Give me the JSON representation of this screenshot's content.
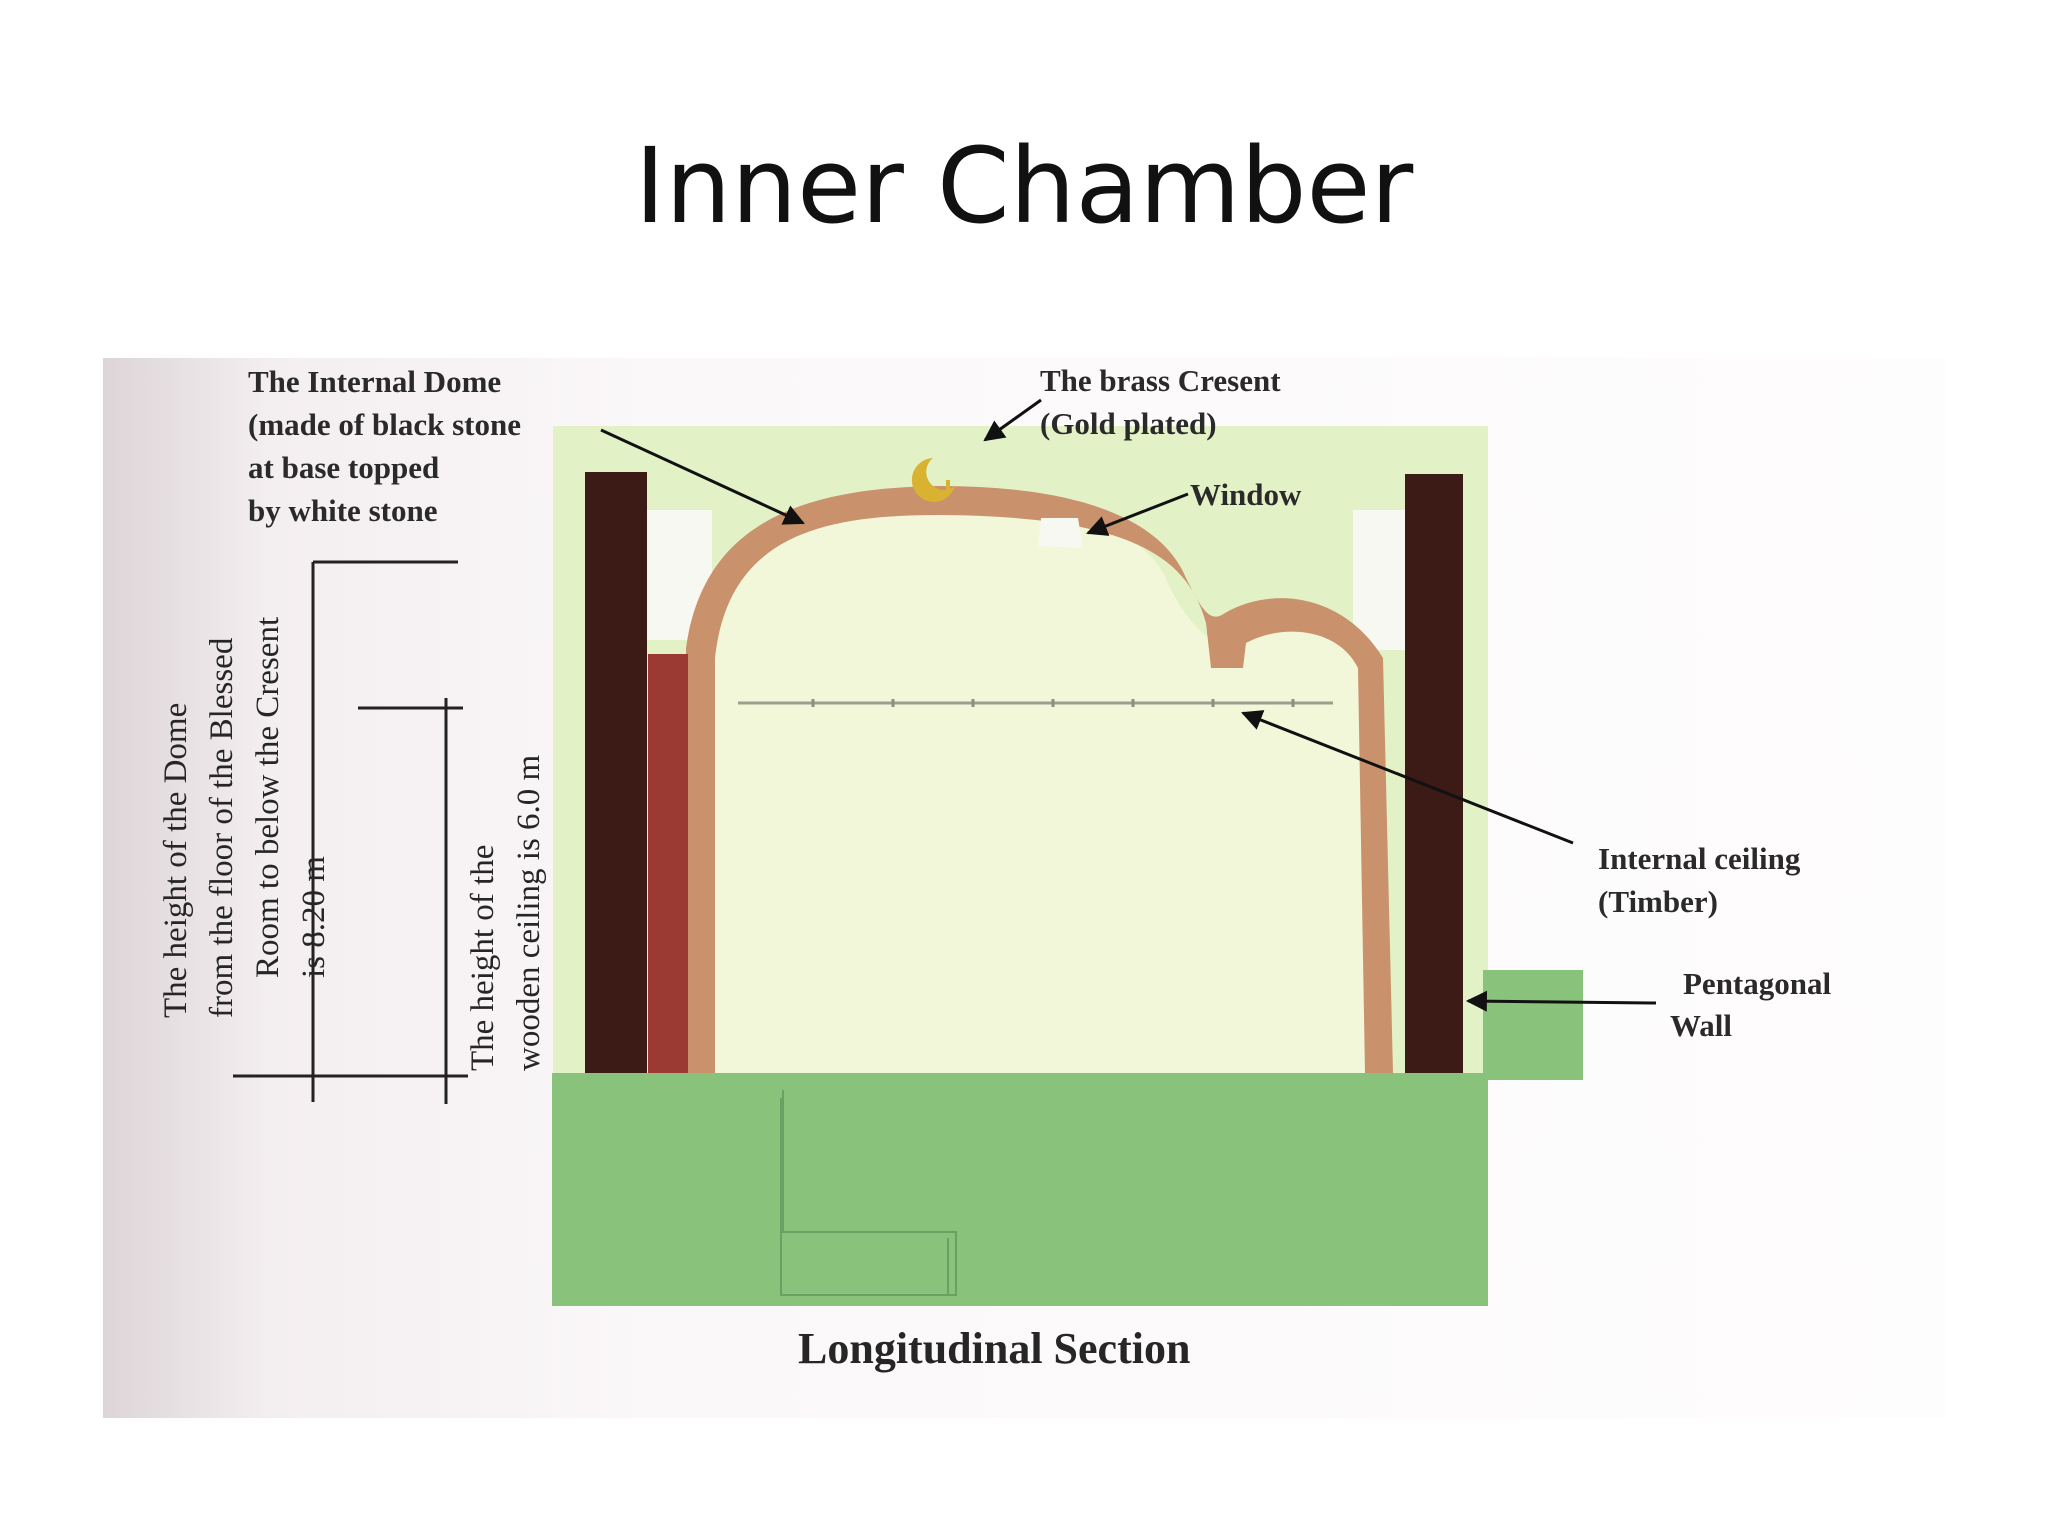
{
  "slide": {
    "title": "Inner Chamber"
  },
  "diagram": {
    "caption": "Longitudinal Section",
    "labels": {
      "internal_dome": [
        "The Internal Dome",
        "(made of black stone",
        "at base topped",
        "by white stone"
      ],
      "brass_crescent": [
        "The brass Cresent",
        "(Gold plated)"
      ],
      "window": "Window",
      "internal_ceiling": [
        "Internal ceiling",
        "(Timber)"
      ],
      "pentagonal_wall": [
        "Pentagonal",
        "Wall"
      ],
      "dome_height": [
        "The height of the Dome",
        "from the floor of the Blessed",
        "Room to below the Cresent",
        "is 8.20 m"
      ],
      "ceiling_height": [
        "The height of the",
        "wooden  ceiling is 6.0 m"
      ]
    },
    "colors": {
      "background_panel": "#e2f1c6",
      "inner_fill": "#f1f7d8",
      "base_green": "#88c27b",
      "dome_tan": "#c9916c",
      "wall_dark": "#3c1a16",
      "wall_red": "#9a3a32",
      "crescent_gold": "#d8b230"
    }
  }
}
